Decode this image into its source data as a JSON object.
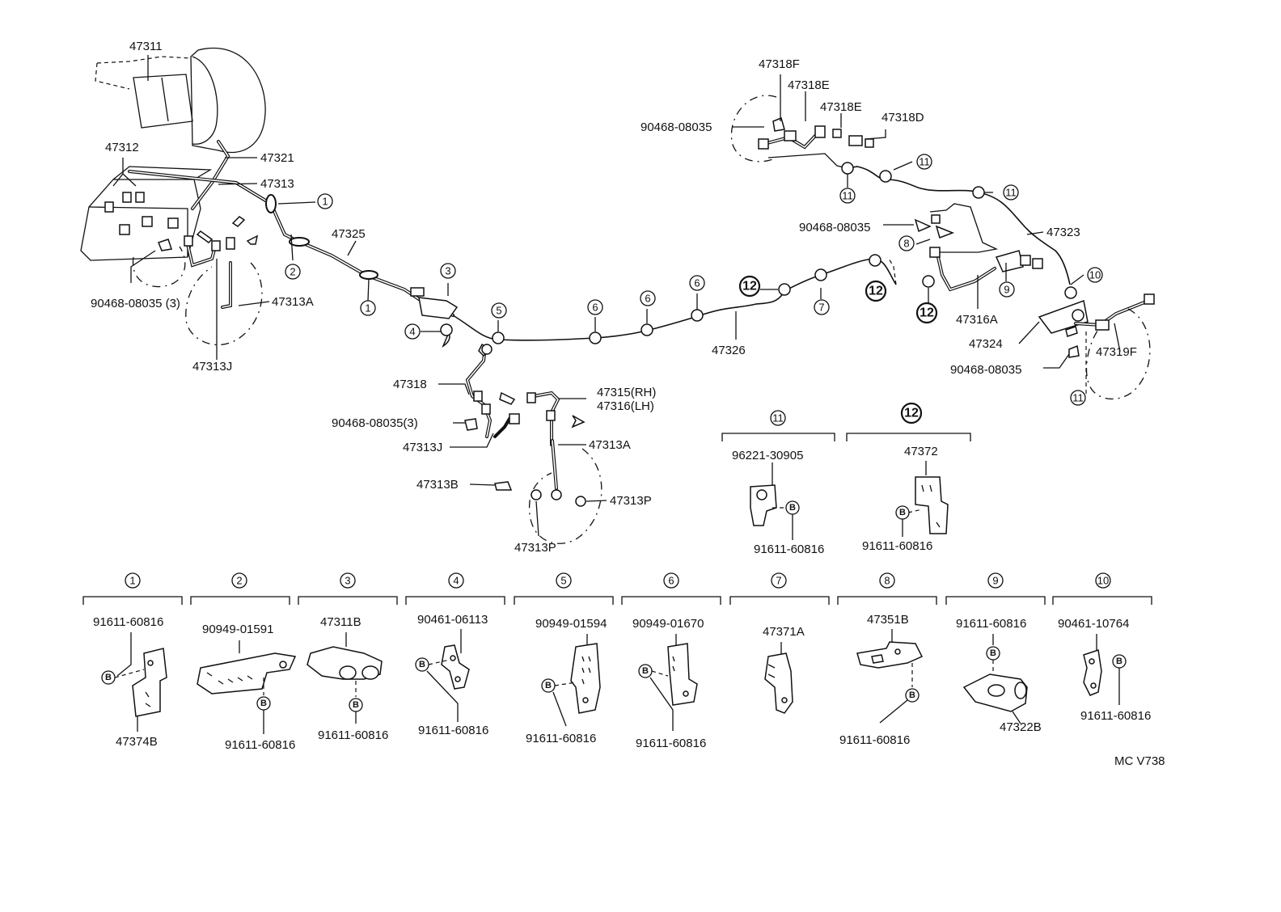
{
  "diagram": {
    "ref_code": "MC V738",
    "upper_labels": {
      "p47311": "47311",
      "p47312": "47312",
      "p47321": "47321",
      "p47313": "47313",
      "p47325": "47325",
      "p90468_3a": "90468-08035 (3)",
      "p47313A_a": "47313A",
      "p47313J_a": "47313J",
      "p47318": "47318",
      "p47315": "47315(RH)",
      "p47316": "47316(LH)",
      "p90468_3b": "90468-08035(3)",
      "p47313J_b": "47313J",
      "p47313A_b": "47313A",
      "p47313B": "47313B",
      "p47313P_a": "47313P",
      "p47313P_b": "47313P",
      "p47326": "47326",
      "p47318F": "47318F",
      "p47318E_a": "47318E",
      "p47318E_b": "47318E",
      "p47318D": "47318D",
      "p90468_r1": "90468-08035",
      "p90468_r2": "90468-08035",
      "p47323": "47323",
      "p47316A": "47316A",
      "p47324": "47324",
      "p90468_r3": "90468-08035",
      "p47319F": "47319F"
    },
    "callout_numbers": {
      "n1": "1",
      "n2": "2",
      "n3": "3",
      "n4": "4",
      "n5": "5",
      "n6": "6",
      "n7": "7",
      "n8": "8",
      "n9": "9",
      "n10": "10",
      "n11": "11",
      "n12": "12"
    },
    "b_marker": "B",
    "detail_11": {
      "key": "11",
      "part": "96221-30905",
      "bolt": "91611-60816"
    },
    "detail_12": {
      "key": "12",
      "part": "47372",
      "bolt": "91611-60816"
    },
    "details": [
      {
        "key": "1",
        "top": "91611-60816",
        "bottom": "47374B"
      },
      {
        "key": "2",
        "top": "90949-01591",
        "bottom": "91611-60816"
      },
      {
        "key": "3",
        "top": "47311B",
        "bottom": "91611-60816"
      },
      {
        "key": "4",
        "top": "90461-06113",
        "bottom": "91611-60816"
      },
      {
        "key": "5",
        "top": "90949-01594",
        "bottom": "91611-60816"
      },
      {
        "key": "6",
        "top": "90949-01670",
        "bottom": "91611-60816"
      },
      {
        "key": "7",
        "top": "47371A",
        "bottom": ""
      },
      {
        "key": "8",
        "top": "47351B",
        "bottom": "91611-60816"
      },
      {
        "key": "9",
        "top": "91611-60816",
        "bottom": "47322B"
      },
      {
        "key": "10",
        "top": "90461-10764",
        "bottom": "91611-60816"
      }
    ]
  }
}
